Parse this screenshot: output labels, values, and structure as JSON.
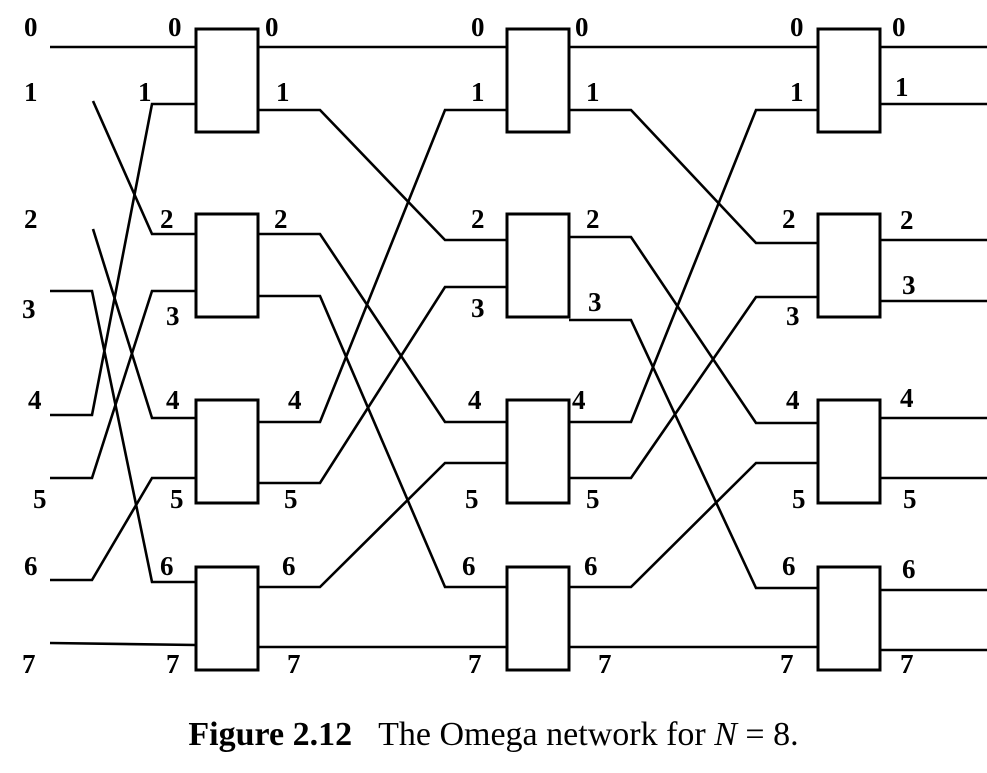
{
  "diagram": {
    "type": "omega-network",
    "N": 8,
    "stages": 3,
    "switches_per_stage": 4,
    "input_labels": [
      "0",
      "1",
      "2",
      "3",
      "4",
      "5",
      "6",
      "7"
    ],
    "stage_port_labels": {
      "in": [
        "0",
        "1",
        "2",
        "3",
        "4",
        "5",
        "6",
        "7"
      ],
      "out": [
        "0",
        "1",
        "2",
        "3",
        "4",
        "5",
        "6",
        "7"
      ]
    },
    "interconnection": "perfect-shuffle",
    "shuffle_map": [
      0,
      2,
      4,
      6,
      1,
      3,
      5,
      7
    ],
    "line_color": "#000000",
    "background": "#ffffff"
  },
  "caption": {
    "figure_label": "Figure 2.12",
    "text_before": "The Omega network for ",
    "variable": "N",
    "text_after": " = 8."
  }
}
